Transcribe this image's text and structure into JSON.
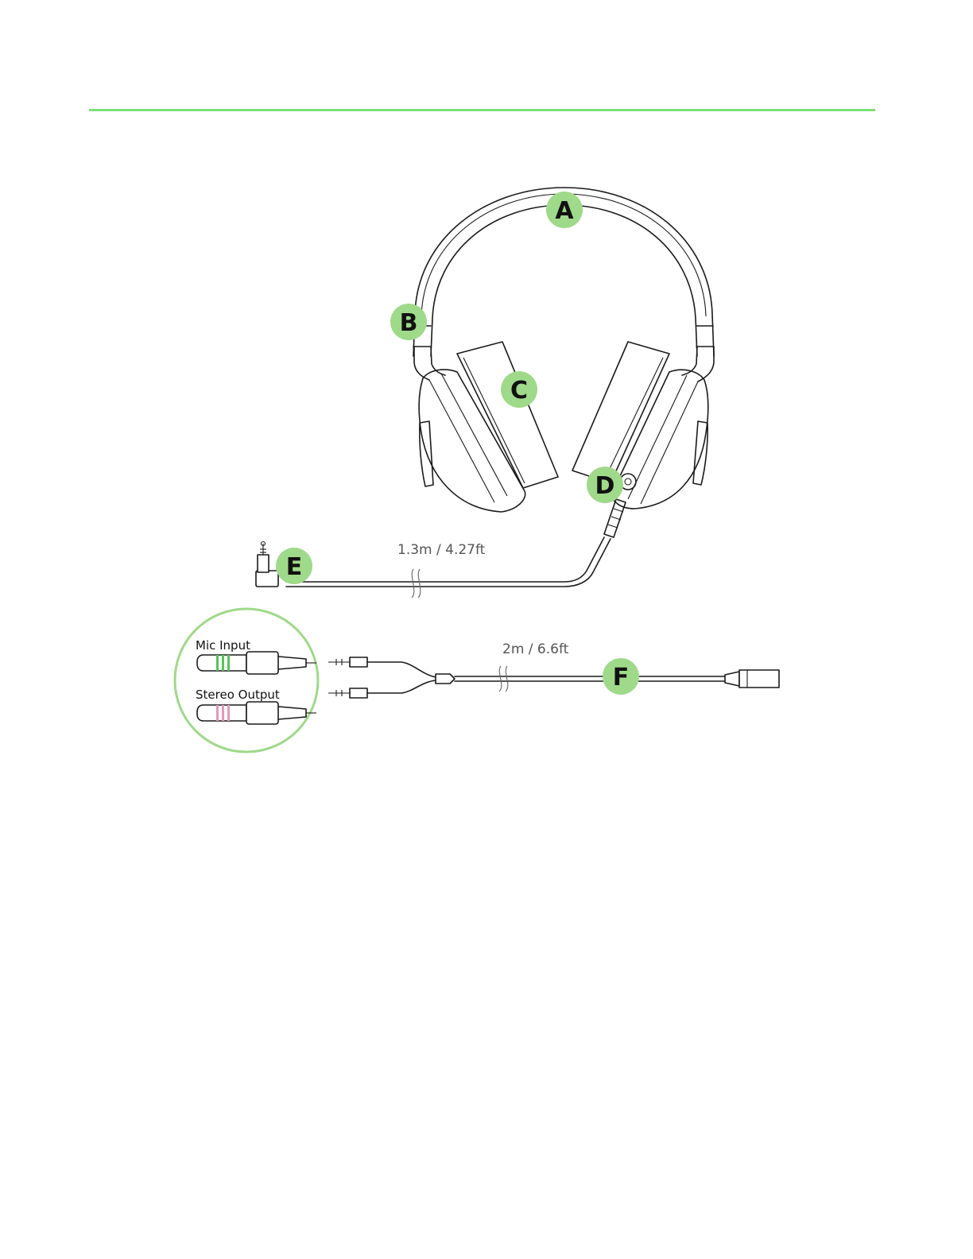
{
  "colors": {
    "accent": "#7be07a",
    "callout_fill": "#9fd98a",
    "inset_ring": "#9fd98a",
    "mic_band": "#59c35a",
    "stereo_band": "#e39ab8"
  },
  "callouts": {
    "a": "A",
    "b": "B",
    "c": "C",
    "d": "D",
    "e": "E",
    "f": "F"
  },
  "dimensions": {
    "headset_cable": "1.3m / 4.27ft",
    "splitter_cable": "2m / 6.6ft"
  },
  "inset": {
    "mic_label": "Mic Input",
    "stereo_label": "Stereo Output"
  }
}
